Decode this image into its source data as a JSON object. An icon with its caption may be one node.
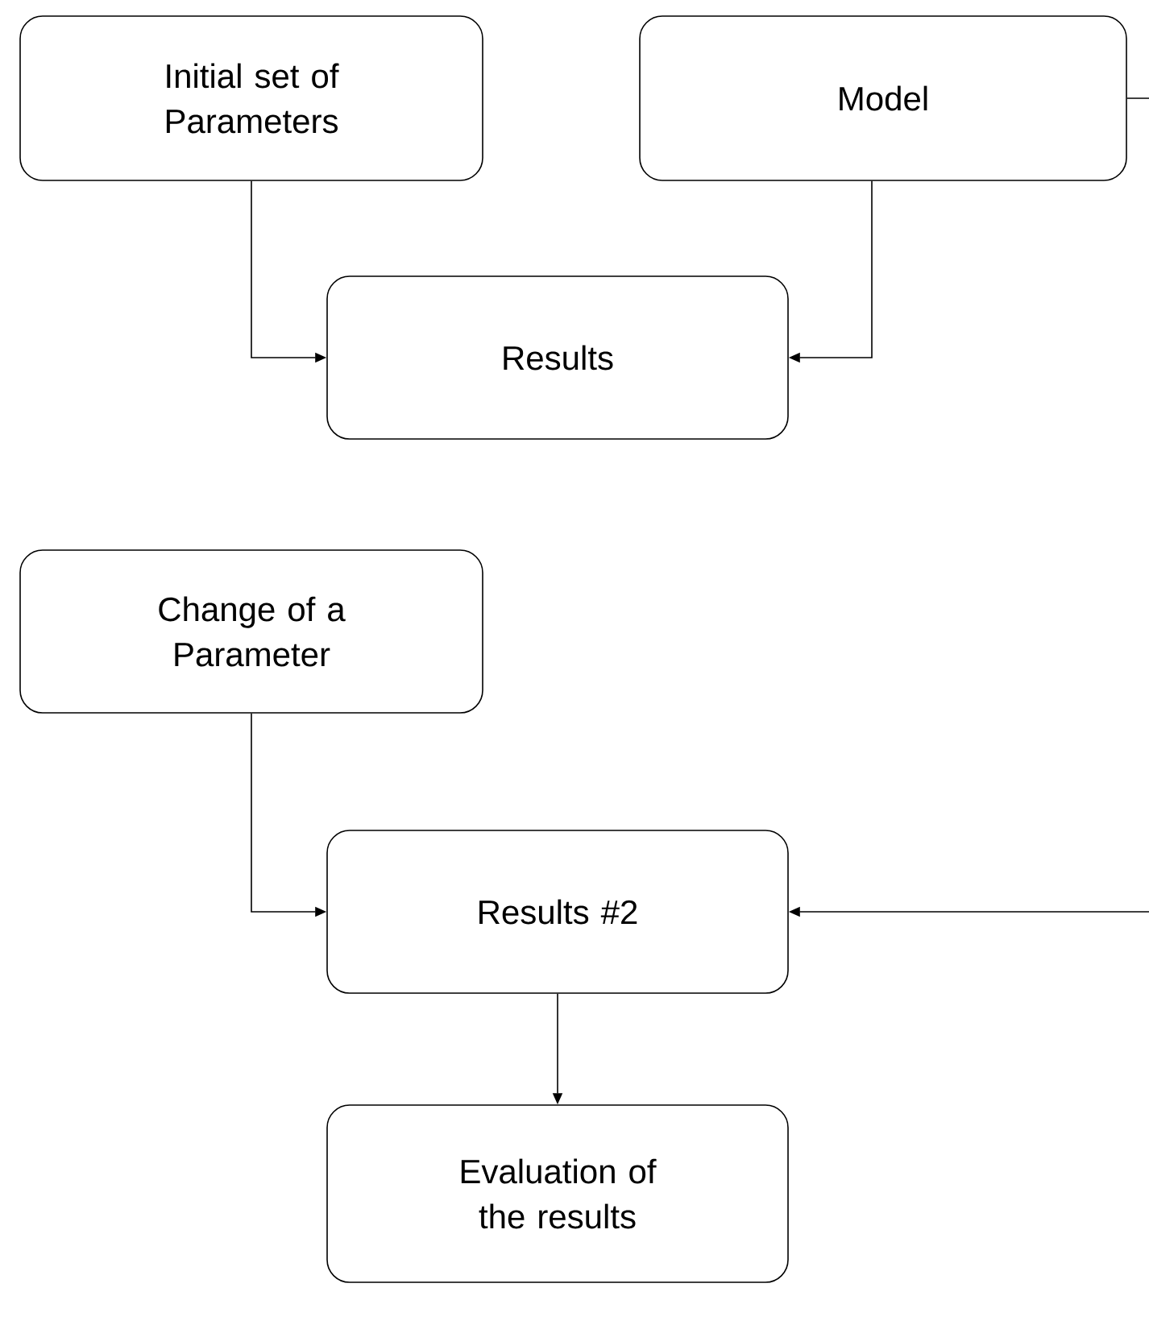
{
  "diagram": {
    "nodes": [
      {
        "text": [
          "Initial set of Parameters"
        ]
      },
      {
        "text": [
          "Model"
        ]
      },
      {
        "text": [
          "Results"
        ]
      },
      {
        "text": [
          "Change of a Parameter"
        ]
      },
      {
        "text": [
          "Results #2"
        ]
      },
      {
        "text": [
          "Evaluation of the results"
        ]
      }
    ],
    "edges": [
      {
        "from": 0,
        "to": 2,
        "arrow": "to"
      },
      {
        "from": 1,
        "to": 2,
        "arrow": "to"
      },
      {
        "from": 1,
        "to": null,
        "arrow": "none"
      },
      {
        "from": 3,
        "to": 4,
        "arrow": "to"
      },
      {
        "from": null,
        "to": 4,
        "arrow": "to"
      },
      {
        "from": 4,
        "to": 5,
        "arrow": "to"
      }
    ]
  }
}
